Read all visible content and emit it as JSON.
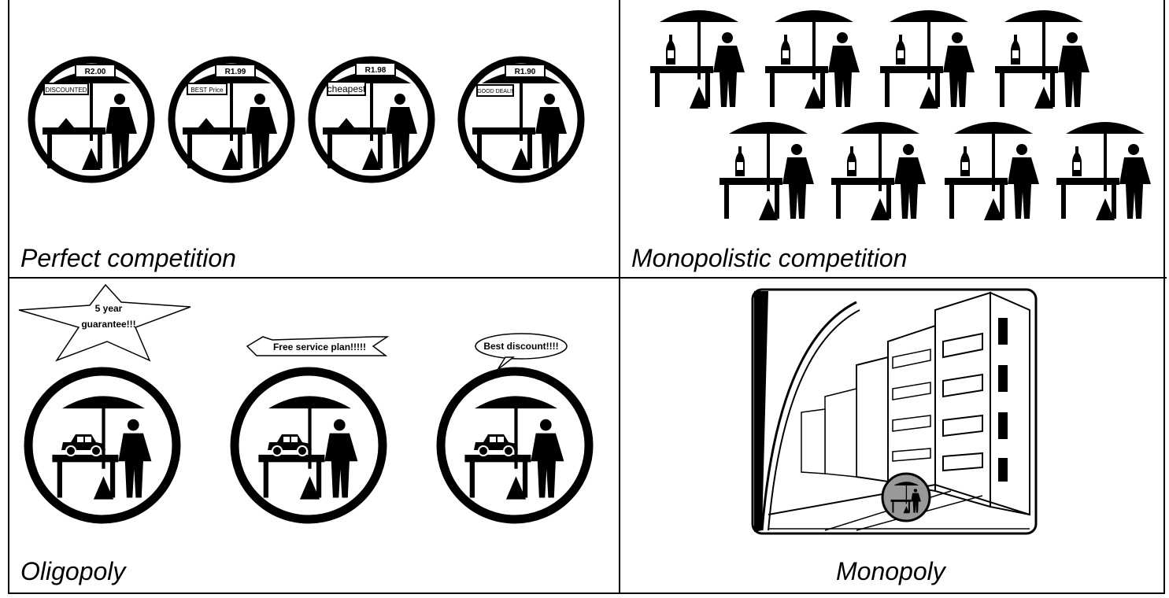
{
  "panels": {
    "perfect_competition": {
      "caption": "Perfect competition",
      "stalls": [
        {
          "price": "R2.00",
          "sign": "DISCOUNTED"
        },
        {
          "price": "R1.99",
          "sign": "BEST Price"
        },
        {
          "price": "R1.98",
          "sign": "cheapest"
        },
        {
          "price": "R1.90",
          "sign": "GOOD DEAL!!"
        }
      ]
    },
    "monopolistic_competition": {
      "caption": "Monopolistic competition"
    },
    "oligopoly": {
      "caption": "Oligopoly",
      "bubbles": [
        {
          "line1": "5 year",
          "line2": "guarantee!!!"
        },
        {
          "line1": "Free service plan!!!!!"
        },
        {
          "line1": "Best discount!!!!"
        }
      ]
    },
    "monopoly": {
      "caption": "Monopoly"
    }
  },
  "colors": {
    "ink": "#000000",
    "paper": "#ffffff",
    "monopoly_circle": "#999999"
  }
}
